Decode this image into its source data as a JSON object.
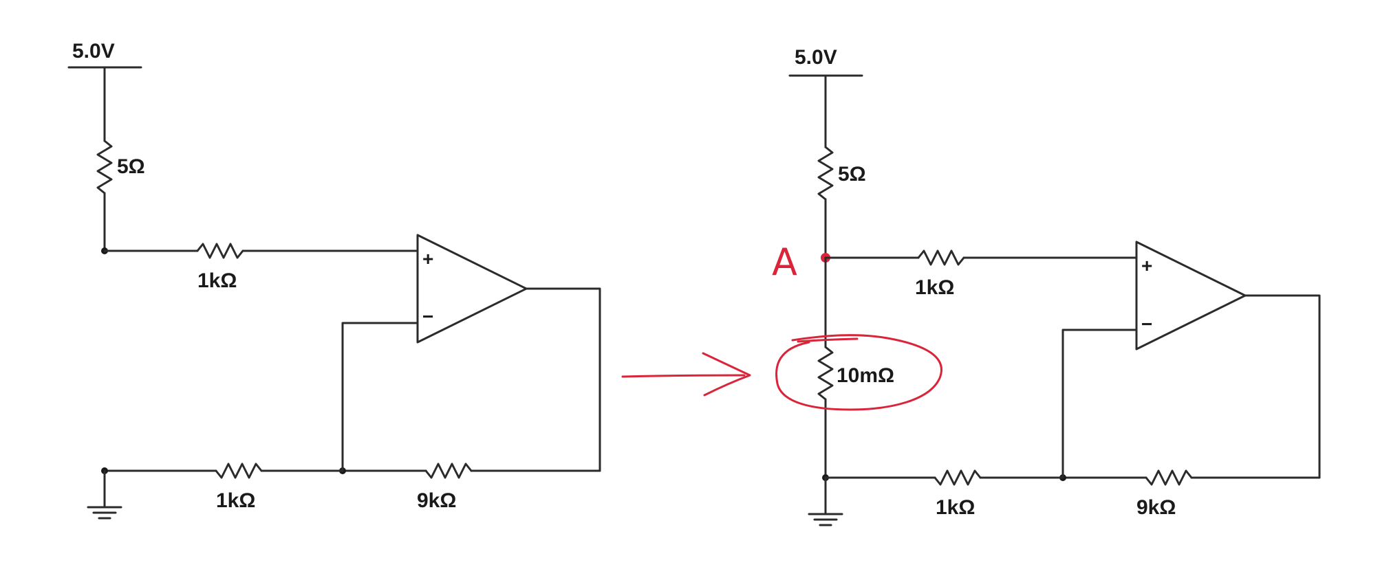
{
  "colors": {
    "wire": "#2b2b2b",
    "label": "#1a1a1a",
    "annotation": "#d9243a",
    "background": "#ffffff"
  },
  "left_circuit": {
    "supply_label": "5.0V",
    "series_resistor": "5Ω",
    "input_resistor": "1kΩ",
    "ground_resistor": "1kΩ",
    "feedback_resistor": "9kΩ",
    "opamp_plus": "+",
    "opamp_minus": "−"
  },
  "right_circuit": {
    "supply_label": "5.0V",
    "series_resistor": "5Ω",
    "shunt_resistor": "10mΩ",
    "input_resistor": "1kΩ",
    "ground_resistor": "1kΩ",
    "feedback_resistor": "9kΩ",
    "opamp_plus": "+",
    "opamp_minus": "−"
  },
  "annotations": {
    "node_label": "A"
  }
}
